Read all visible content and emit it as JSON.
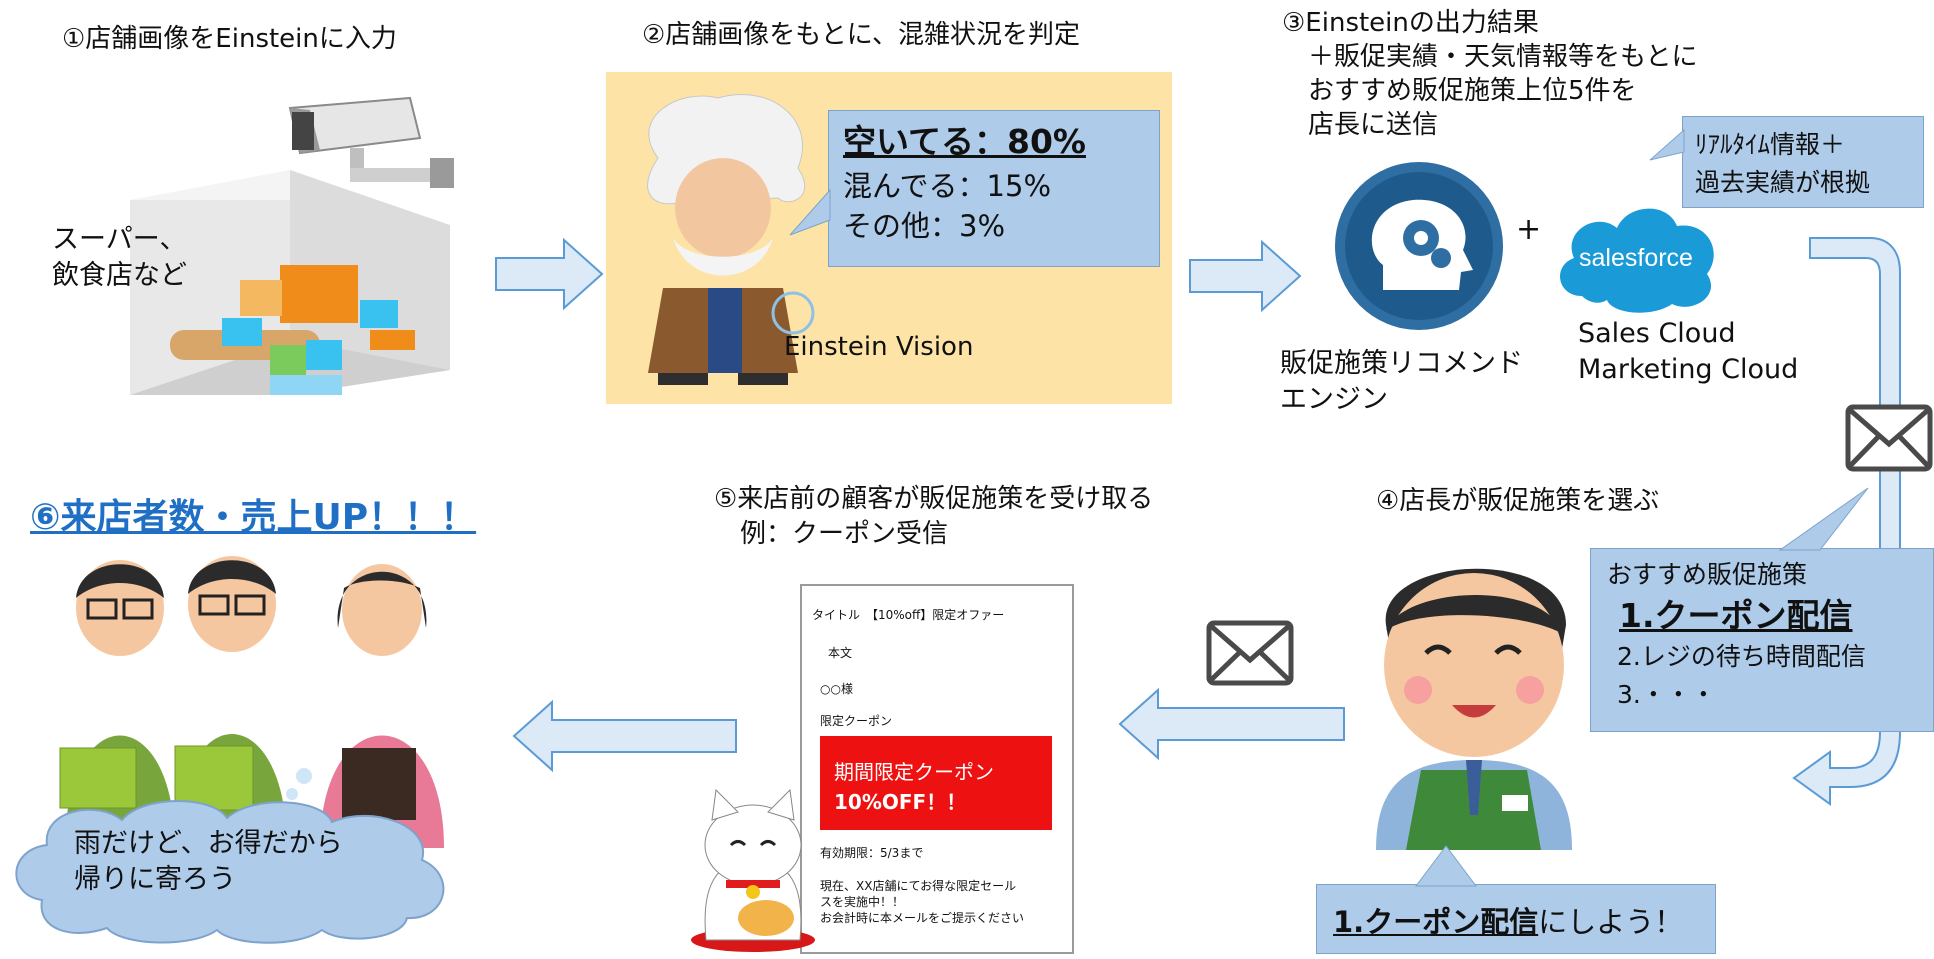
{
  "step1": {
    "label": "①店舗画像をEinsteinに入力",
    "store_text": [
      "スーパー、",
      "飲食店など"
    ]
  },
  "step2": {
    "label": "②店舗画像をもとに、混雑状況を判定",
    "result_main": "空いてる：80%",
    "result_2": "混んでる：15%",
    "result_3": "その他：3%",
    "caption": "Einstein Vision"
  },
  "step3": {
    "lines": [
      "③Einsteinの出力結果",
      "　＋販促実績・天気情報等をもとに",
      "　おすすめ販促施策上位5件を",
      "　店長に送信"
    ],
    "plus": "+",
    "engine_label": [
      "販促施策リコメンド",
      "エンジン"
    ],
    "salesforce_logo": "salesforce",
    "cloud_label": [
      "Sales Cloud",
      "Marketing Cloud"
    ],
    "note": [
      "ﾘｱﾙﾀｲﾑ情報＋",
      "過去実績が根拠"
    ]
  },
  "step4": {
    "label": "④店長が販促施策を選ぶ",
    "rec_title": "おすすめ販促施策",
    "rec_1": "1.クーポン配信",
    "rec_2": "2.レジの待ち時間配信",
    "rec_3": "3.・・・",
    "speech_bold": "1.クーポン配信",
    "speech_rest": "にしよう！"
  },
  "step5": {
    "label": [
      "⑤来店前の顧客が販促施策を受け取る",
      "　例：クーポン受信"
    ],
    "email": {
      "title": "タイトル　【10%off】限定オファー",
      "body_label": "本文",
      "salutation": "○○様",
      "coupon_label": "限定クーポン",
      "coupon_line1": "期間限定クーポン",
      "coupon_line2": "10%OFF！！",
      "expiry": "有効期限：5/3まで",
      "notice": [
        "現在、XX店舗にてお得な限定セール",
        "スを実施中！！",
        "お会計時に本メールをご提示ください"
      ]
    }
  },
  "step6": {
    "label": "⑥来店者数・売上UP！！！",
    "cloud_text": [
      "雨だけど、お得だから",
      "帰りに寄ろう"
    ]
  },
  "colors": {
    "callout": "#aecbea",
    "arrow_fill": "#dce9f7",
    "arrow_stroke": "#5b9bd5",
    "panel": "#fde4a6",
    "title_blue": "#1f6fc5",
    "coupon_red": "#ee1111"
  }
}
